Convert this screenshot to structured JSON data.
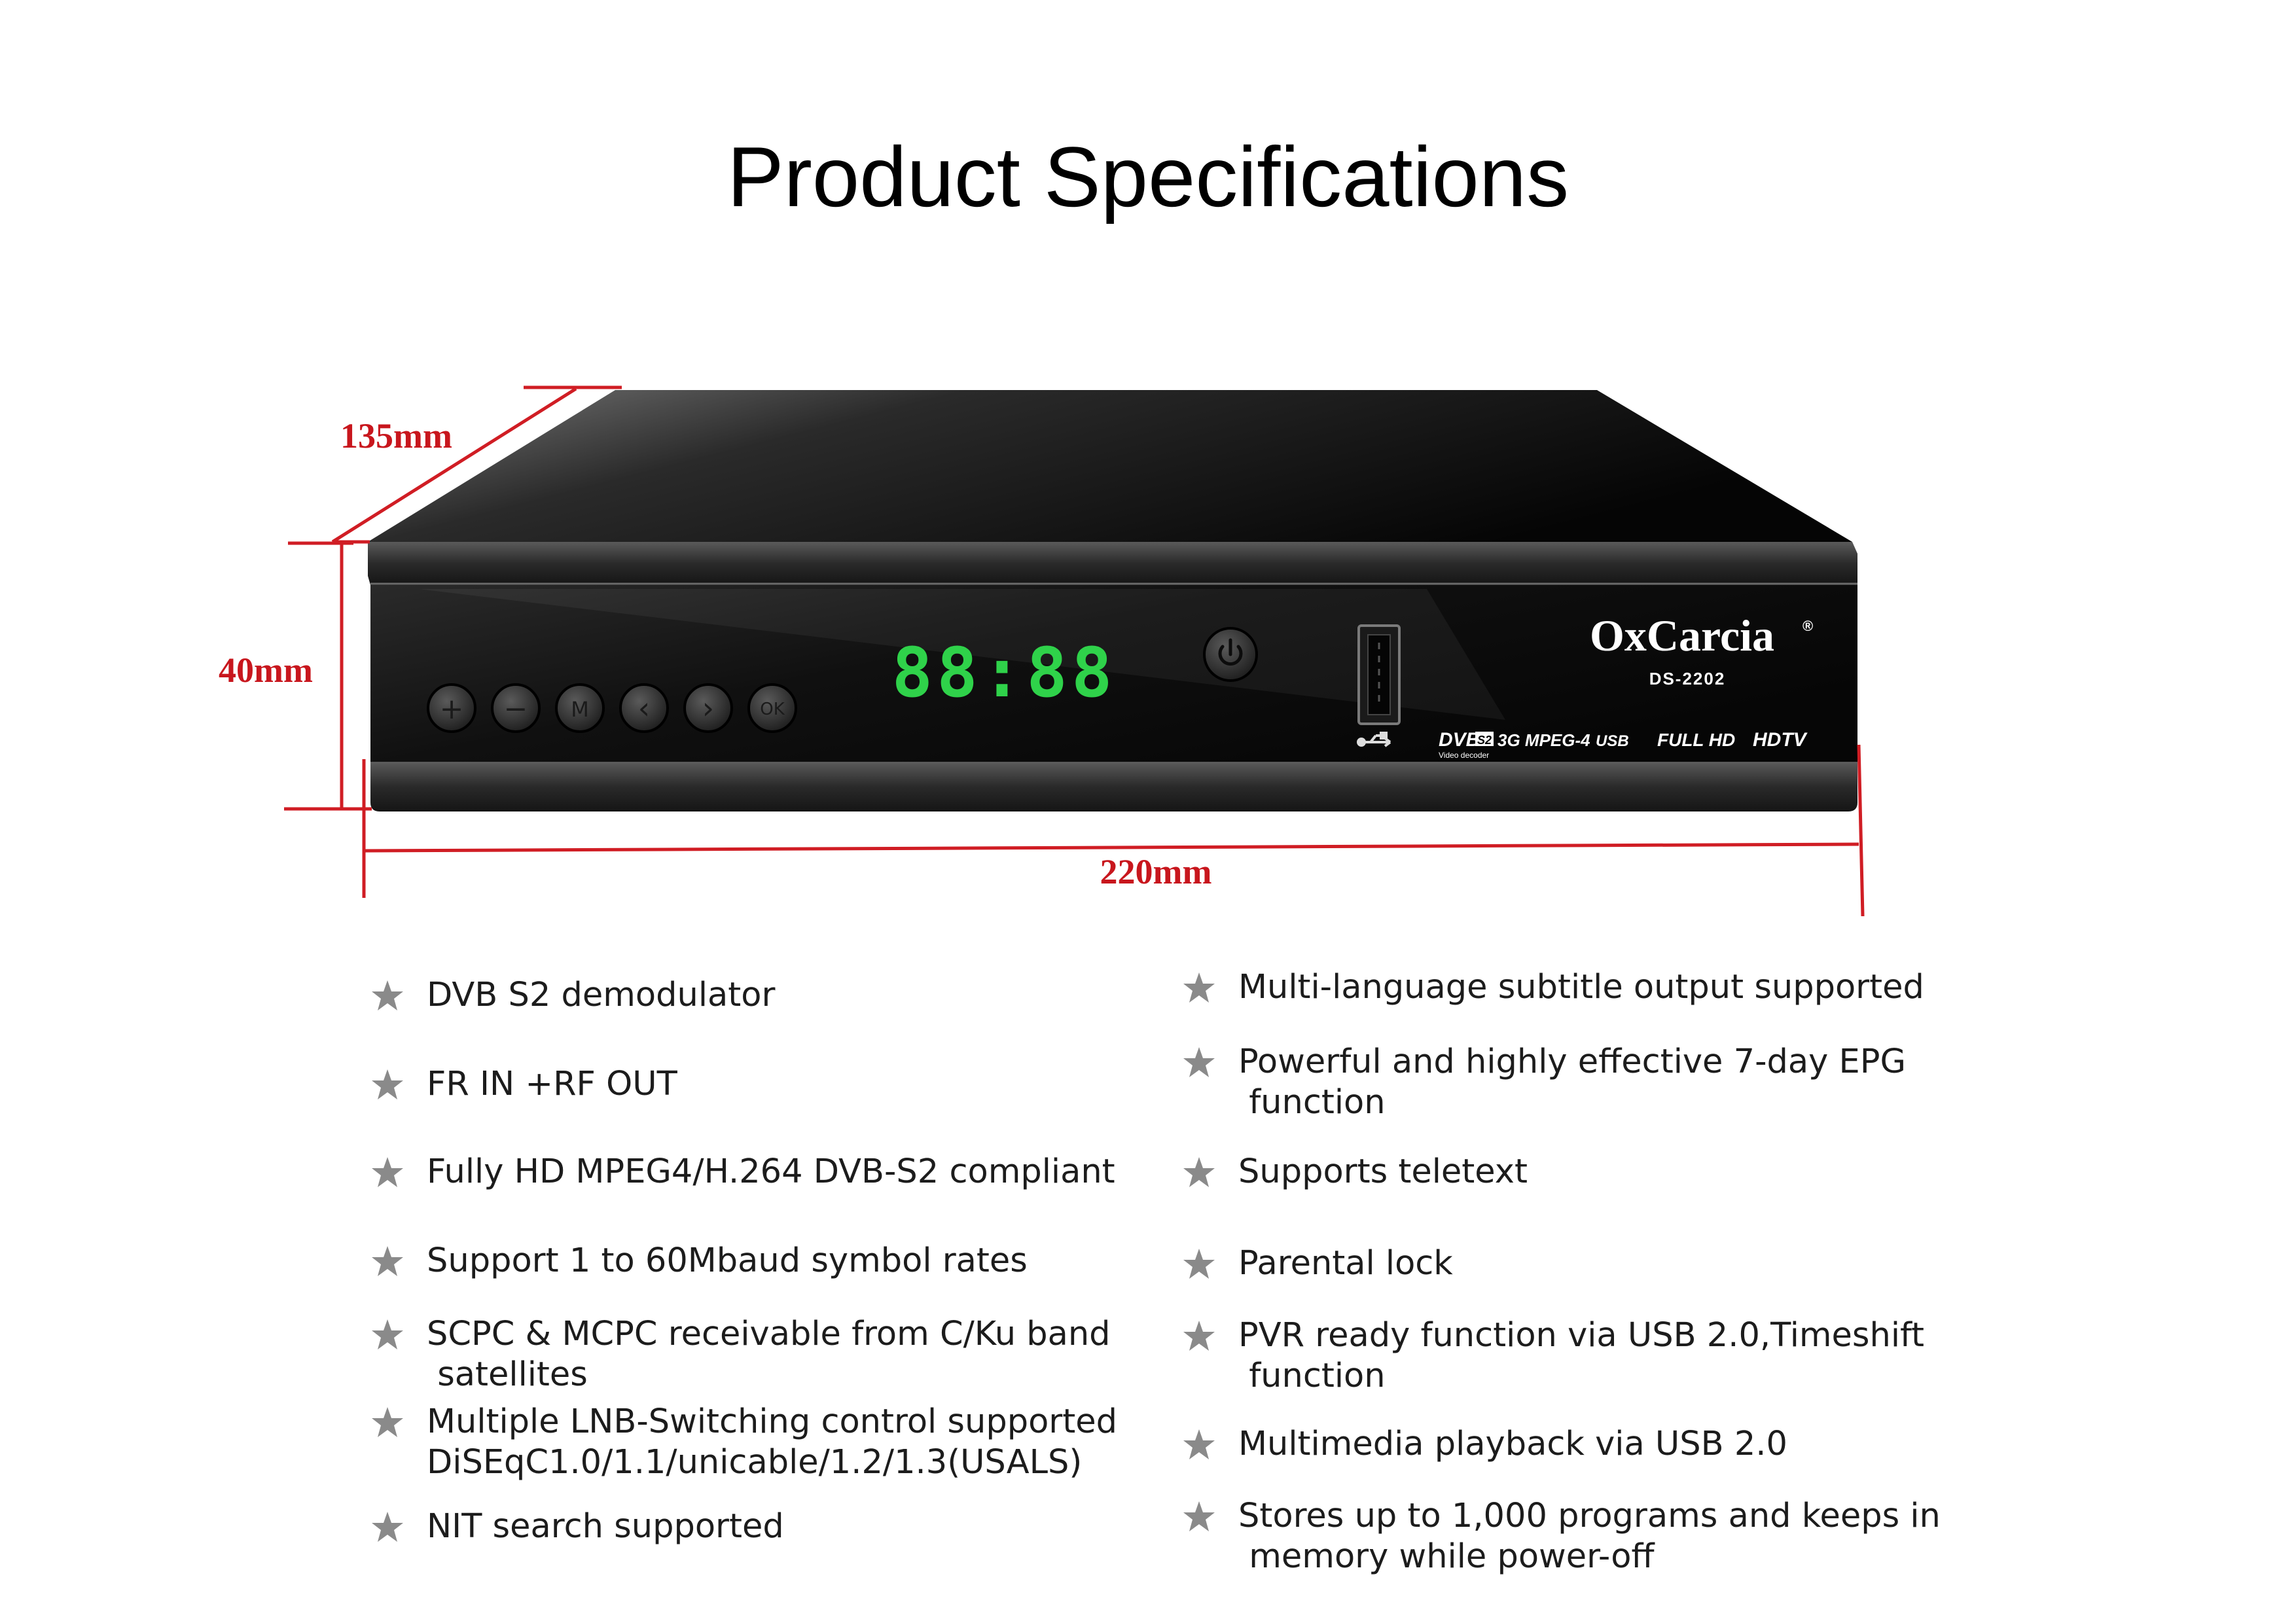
{
  "page_title": "Product Specifications",
  "dimensions": {
    "depth": "135mm",
    "height": "40mm",
    "width": "220mm"
  },
  "device": {
    "brand": "OxCarcia",
    "registered_mark": "®",
    "model": "DS-2202",
    "display_time": "88:88",
    "front_buttons": [
      "+",
      "−",
      "M",
      "‹",
      "›",
      "OK"
    ],
    "logos": {
      "dvb": "DVB",
      "dvb_sub": "S2",
      "dvb_caption": "Video decoder",
      "mpeg": "3G MPEG-4",
      "usb": "USB",
      "fullhd": "FULL HD",
      "hdtv": "HDTV"
    }
  },
  "features_left": [
    "DVB S2 demodulator",
    "FR IN +RF OUT",
    "Fully HD MPEG4/H.264 DVB-S2 compliant",
    "Support 1 to 60Mbaud symbol rates",
    "SCPC & MCPC receivable from C/Ku band\n satellites",
    "Multiple LNB-Switching control supported\nDiSEqC1.0/1.1/unicable/1.2/1.3(USALS)",
    "NIT search supported"
  ],
  "features_right": [
    "Multi-language subtitle output supported",
    "Powerful and highly effective 7-day EPG\n function",
    "Supports teletext",
    "Parental lock",
    "PVR ready function via USB 2.0,Timeshift\n function",
    "Multimedia playback via USB 2.0",
    "Stores up to 1,000 programs and keeps in\n memory while power-off"
  ],
  "colors": {
    "dimension_line": "#d01d24",
    "lcd_green": "#2fd24a",
    "bullet_star": "#8a8a8a",
    "body_dark": "#0c0c0c"
  },
  "icons": {
    "bullet": "star-icon",
    "power": "power-icon",
    "usb_port": "usb-port-icon",
    "usb_symbol": "usb-symbol-icon"
  }
}
